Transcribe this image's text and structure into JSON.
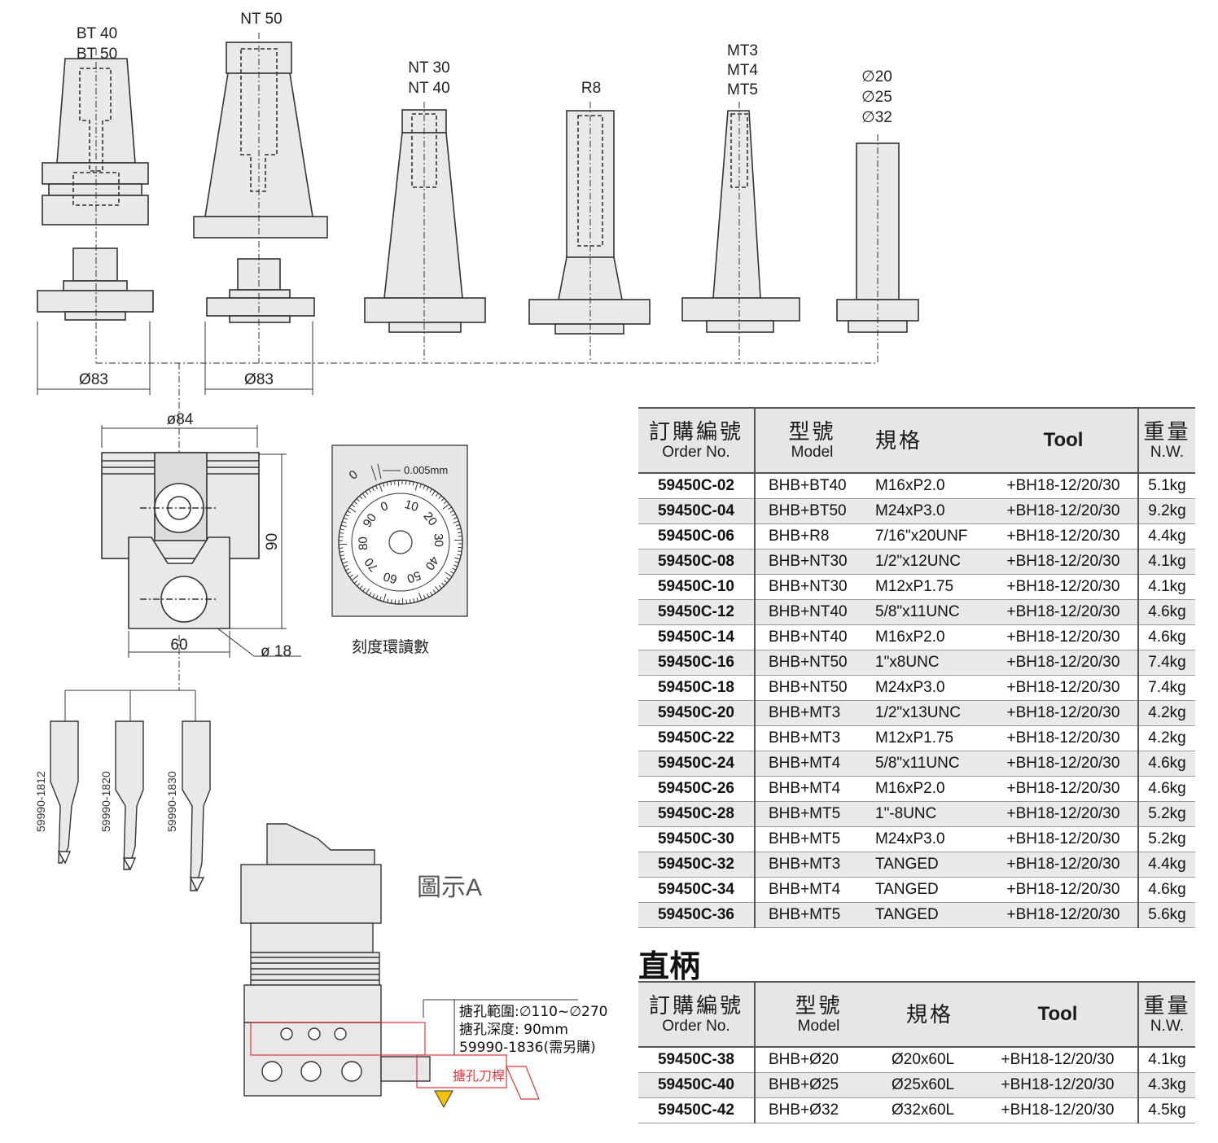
{
  "drawing_labels": {
    "bt": [
      "BT 40",
      "BT 50"
    ],
    "nt50": "NT 50",
    "nt3040": [
      "NT 30",
      "NT 40"
    ],
    "r8": "R8",
    "mt": [
      "MT3",
      "MT4",
      "MT5"
    ],
    "straight": [
      "∅20",
      "∅25",
      "∅32"
    ],
    "dia83_a": "Ø83",
    "dia83_b": "Ø83",
    "dia84": "ø84",
    "h90": "90",
    "w60": "60",
    "dia18": "ø 18",
    "dial_caption": "刻度環讀數",
    "dial_increment": "0.005mm",
    "dial_zero": "0",
    "dial_numbers": [
      "0",
      "10",
      "20",
      "30",
      "40",
      "50",
      "60",
      "70",
      "80",
      "90"
    ],
    "bars": [
      "59990-1812",
      "59990-1820",
      "59990-1830"
    ],
    "figure_a": "圖示A",
    "boring_bar": "搪孔刀桿",
    "notes": [
      "搪孔範圍:∅110~∅270",
      "搪孔深度: 90mm",
      "59990-1836(需另購)"
    ]
  },
  "table_main": {
    "headers": {
      "order_zh": "訂購編號",
      "order_en": "Order No.",
      "model_zh": "型號",
      "model_en": "Model",
      "spec_zh": "規格",
      "tool": "Tool",
      "nw_zh": "重量",
      "nw_en": "N.W."
    },
    "rows": [
      {
        "order": "59450C-02",
        "model": "BHB+BT40",
        "spec": "M16xP2.0",
        "tool": "+BH18-12/20/30",
        "nw": "5.1kg"
      },
      {
        "order": "59450C-04",
        "model": "BHB+BT50",
        "spec": "M24xP3.0",
        "tool": "+BH18-12/20/30",
        "nw": "9.2kg"
      },
      {
        "order": "59450C-06",
        "model": "BHB+R8",
        "spec": "7/16\"x20UNF",
        "tool": "+BH18-12/20/30",
        "nw": "4.4kg"
      },
      {
        "order": "59450C-08",
        "model": "BHB+NT30",
        "spec": "1/2\"x12UNC",
        "tool": "+BH18-12/20/30",
        "nw": "4.1kg"
      },
      {
        "order": "59450C-10",
        "model": "BHB+NT30",
        "spec": "M12xP1.75",
        "tool": "+BH18-12/20/30",
        "nw": "4.1kg"
      },
      {
        "order": "59450C-12",
        "model": "BHB+NT40",
        "spec": "5/8\"x11UNC",
        "tool": "+BH18-12/20/30",
        "nw": "4.6kg"
      },
      {
        "order": "59450C-14",
        "model": "BHB+NT40",
        "spec": "M16xP2.0",
        "tool": "+BH18-12/20/30",
        "nw": "4.6kg"
      },
      {
        "order": "59450C-16",
        "model": "BHB+NT50",
        "spec": "1\"x8UNC",
        "tool": "+BH18-12/20/30",
        "nw": "7.4kg"
      },
      {
        "order": "59450C-18",
        "model": "BHB+NT50",
        "spec": "M24xP3.0",
        "tool": "+BH18-12/20/30",
        "nw": "7.4kg"
      },
      {
        "order": "59450C-20",
        "model": "BHB+MT3",
        "spec": "1/2\"x13UNC",
        "tool": "+BH18-12/20/30",
        "nw": "4.2kg"
      },
      {
        "order": "59450C-22",
        "model": "BHB+MT3",
        "spec": "M12xP1.75",
        "tool": "+BH18-12/20/30",
        "nw": "4.2kg"
      },
      {
        "order": "59450C-24",
        "model": "BHB+MT4",
        "spec": "5/8\"x11UNC",
        "tool": "+BH18-12/20/30",
        "nw": "4.6kg"
      },
      {
        "order": "59450C-26",
        "model": "BHB+MT4",
        "spec": "M16xP2.0",
        "tool": "+BH18-12/20/30",
        "nw": "4.6kg"
      },
      {
        "order": "59450C-28",
        "model": "BHB+MT5",
        "spec": "1\"-8UNC",
        "tool": "+BH18-12/20/30",
        "nw": "5.2kg"
      },
      {
        "order": "59450C-30",
        "model": "BHB+MT5",
        "spec": "M24xP3.0",
        "tool": "+BH18-12/20/30",
        "nw": "5.2kg"
      },
      {
        "order": "59450C-32",
        "model": "BHB+MT3",
        "spec": "TANGED",
        "tool": "+BH18-12/20/30",
        "nw": "4.4kg"
      },
      {
        "order": "59450C-34",
        "model": "BHB+MT4",
        "spec": "TANGED",
        "tool": "+BH18-12/20/30",
        "nw": "4.6kg"
      },
      {
        "order": "59450C-36",
        "model": "BHB+MT5",
        "spec": "TANGED",
        "tool": "+BH18-12/20/30",
        "nw": "5.6kg"
      }
    ]
  },
  "section_straight": "直柄",
  "table_straight": {
    "headers": {
      "order_zh": "訂購編號",
      "order_en": "Order No.",
      "model_zh": "型號",
      "model_en": "Model",
      "spec_zh": "規格",
      "tool": "Tool",
      "nw_zh": "重量",
      "nw_en": "N.W."
    },
    "rows": [
      {
        "order": "59450C-38",
        "model": "BHB+Ø20",
        "spec": "Ø20x60L",
        "tool": "+BH18-12/20/30",
        "nw": "4.1kg"
      },
      {
        "order": "59450C-40",
        "model": "BHB+Ø25",
        "spec": "Ø25x60L",
        "tool": "+BH18-12/20/30",
        "nw": "4.3kg"
      },
      {
        "order": "59450C-42",
        "model": "BHB+Ø32",
        "spec": "Ø32x60L",
        "tool": "+BH18-12/20/30",
        "nw": "4.5kg"
      }
    ]
  },
  "colors": {
    "line": "#333333",
    "fill": "#e8e8e8",
    "accent_red": "#e0353f",
    "tool_yellow": "#f2c200"
  }
}
